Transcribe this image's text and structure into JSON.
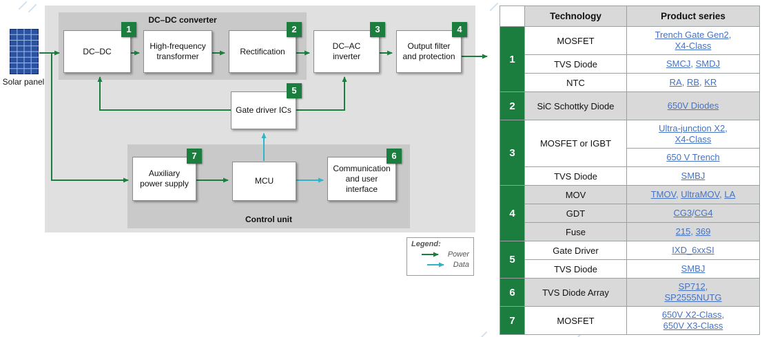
{
  "colors": {
    "green": "#1b7d3e",
    "data_cyan": "#2fb3c6",
    "link_blue": "#4472c4",
    "panel_gray": "#e0e0e0",
    "subpanel_gray": "#c9c9c9",
    "table_shade": "#d9d9d9"
  },
  "diagram": {
    "solar_label": "Solar panel",
    "dcdc_converter_title": "DC–DC converter",
    "control_unit_title": "Control unit",
    "blocks": {
      "dcdc": {
        "label": "DC–DC",
        "badge": "1"
      },
      "hf_transformer": {
        "label": "High-frequency transformer"
      },
      "rectification": {
        "label": "Rectification",
        "badge": "2"
      },
      "dcac": {
        "label": "DC–AC inverter",
        "badge": "3"
      },
      "output_filter": {
        "label": "Output filter and protection",
        "badge": "4"
      },
      "gate_driver": {
        "label": "Gate driver ICs",
        "badge": "5"
      },
      "aux_power": {
        "label": "Auxiliary power supply",
        "badge": "7"
      },
      "mcu": {
        "label": "MCU"
      },
      "comm": {
        "label": "Communication and user interface",
        "badge": "6"
      }
    },
    "legend": {
      "title": "Legend:",
      "power": "Power",
      "data": "Data"
    }
  },
  "table": {
    "headers": {
      "technology": "Technology",
      "product_series": "Product series"
    },
    "groups": [
      {
        "number": "1",
        "shade": false,
        "rows": [
          {
            "tech": "MOSFET",
            "tall": true,
            "parts": [
              {
                "t": "Trench Gate Gen2",
                "link": true
              },
              {
                "t": ",",
                "link": false
              },
              {
                "br": true
              },
              {
                "t": "X4-Class",
                "link": true
              }
            ]
          },
          {
            "tech": "TVS Diode",
            "parts": [
              {
                "t": "SMCJ",
                "link": true
              },
              {
                "t": ", ",
                "link": false
              },
              {
                "t": "SMDJ",
                "link": true
              }
            ]
          },
          {
            "tech": "NTC",
            "parts": [
              {
                "t": "RA",
                "link": true
              },
              {
                "t": ", ",
                "link": false
              },
              {
                "t": "RB",
                "link": true
              },
              {
                "t": ", ",
                "link": false
              },
              {
                "t": "KR",
                "link": true
              }
            ]
          }
        ]
      },
      {
        "number": "2",
        "shade": true,
        "rows": [
          {
            "tech": "SiC Schottky Diode",
            "tall": true,
            "parts": [
              {
                "t": "650V Diodes",
                "link": true
              }
            ]
          }
        ]
      },
      {
        "number": "3",
        "shade": false,
        "rows": [
          {
            "tech": "MOSFET or IGBT",
            "techSpan": 2,
            "tall": true,
            "parts": [
              {
                "t": "Ultra-junction X2",
                "link": true
              },
              {
                "t": ",",
                "link": false
              },
              {
                "br": true
              },
              {
                "t": "X4-Class",
                "link": true
              }
            ]
          },
          {
            "tech": null,
            "parts": [
              {
                "t": "650 V Trench",
                "link": true
              }
            ]
          },
          {
            "tech": "TVS Diode",
            "parts": [
              {
                "t": "SMBJ",
                "link": true
              }
            ]
          }
        ]
      },
      {
        "number": "4",
        "shade": true,
        "rows": [
          {
            "tech": "MOV",
            "parts": [
              {
                "t": "TMOV",
                "link": true
              },
              {
                "t": ", ",
                "link": false
              },
              {
                "t": "UltraMOV",
                "link": true
              },
              {
                "t": ", ",
                "link": false
              },
              {
                "t": "LA",
                "link": true
              }
            ]
          },
          {
            "tech": "GDT",
            "parts": [
              {
                "t": "CG3",
                "link": true
              },
              {
                "t": "/",
                "link": false
              },
              {
                "t": "CG4",
                "link": true
              }
            ]
          },
          {
            "tech": "Fuse",
            "parts": [
              {
                "t": "215",
                "link": true
              },
              {
                "t": ", ",
                "link": false
              },
              {
                "t": "369",
                "link": true
              }
            ]
          }
        ]
      },
      {
        "number": "5",
        "shade": false,
        "rows": [
          {
            "tech": "Gate Driver",
            "parts": [
              {
                "t": "IXD_6xxSI",
                "link": true
              }
            ]
          },
          {
            "tech": "TVS Diode",
            "parts": [
              {
                "t": "SMBJ",
                "link": true
              }
            ]
          }
        ]
      },
      {
        "number": "6",
        "shade": true,
        "rows": [
          {
            "tech": "TVS Diode Array",
            "tall": true,
            "parts": [
              {
                "t": "SP712",
                "link": true
              },
              {
                "t": ",",
                "link": false
              },
              {
                "br": true
              },
              {
                "t": "SP2555NUTG",
                "link": true
              }
            ]
          }
        ]
      },
      {
        "number": "7",
        "shade": false,
        "rows": [
          {
            "tech": "MOSFET",
            "tall": true,
            "parts": [
              {
                "t": "650V X2-Class",
                "link": true
              },
              {
                "t": ",",
                "link": false
              },
              {
                "br": true
              },
              {
                "t": "650V X3-Class",
                "link": true
              }
            ]
          }
        ]
      }
    ]
  }
}
